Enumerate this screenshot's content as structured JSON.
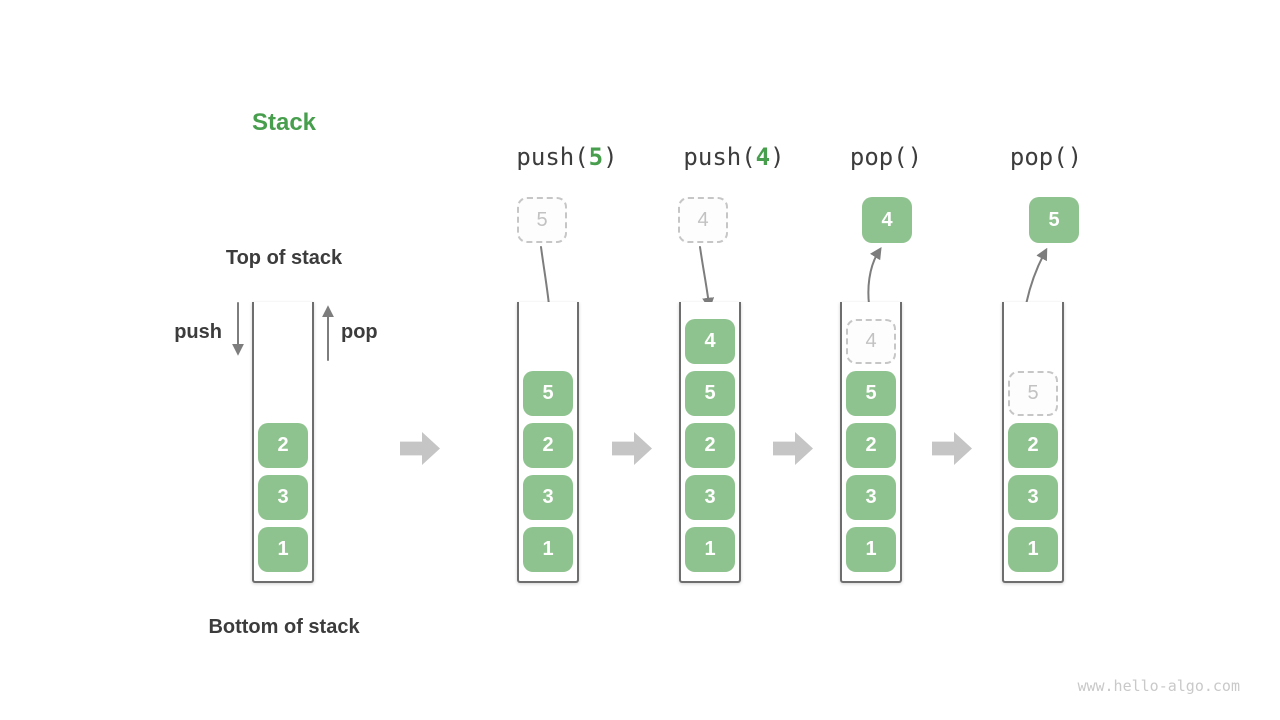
{
  "diagram": {
    "title": "Stack",
    "top_label": "Top of stack",
    "bottom_label": "Bottom of stack",
    "push_label": "push",
    "pop_label": "pop"
  },
  "operations": {
    "push5": {
      "prefix": "push(",
      "arg": "5",
      "suffix": ")"
    },
    "push4": {
      "prefix": "push(",
      "arg": "4",
      "suffix": ")"
    },
    "pop_first": {
      "label": "pop()"
    },
    "pop_second": {
      "label": "pop()"
    }
  },
  "stacks": {
    "initial": {
      "cells": [
        "2",
        "3",
        "1"
      ]
    },
    "after_push5": {
      "incoming": "5",
      "cells": [
        "5",
        "2",
        "3",
        "1"
      ]
    },
    "after_push4": {
      "incoming": "4",
      "cells": [
        "4",
        "5",
        "2",
        "3",
        "1"
      ]
    },
    "after_pop4": {
      "popped": "4",
      "ghost": "4",
      "cells": [
        "5",
        "2",
        "3",
        "1"
      ]
    },
    "after_pop5": {
      "popped": "5",
      "ghost": "5",
      "cells": [
        "2",
        "3",
        "1"
      ]
    }
  },
  "watermark": "www.hello-algo.com",
  "colors": {
    "cell_green": "#8ec28e",
    "accent_green": "#479e4d",
    "dark_text": "#3c3c3c",
    "arrow_gray": "#818181",
    "step_arrow_gray": "#c5c5c5",
    "ghost_gray": "#c2c2c2"
  }
}
